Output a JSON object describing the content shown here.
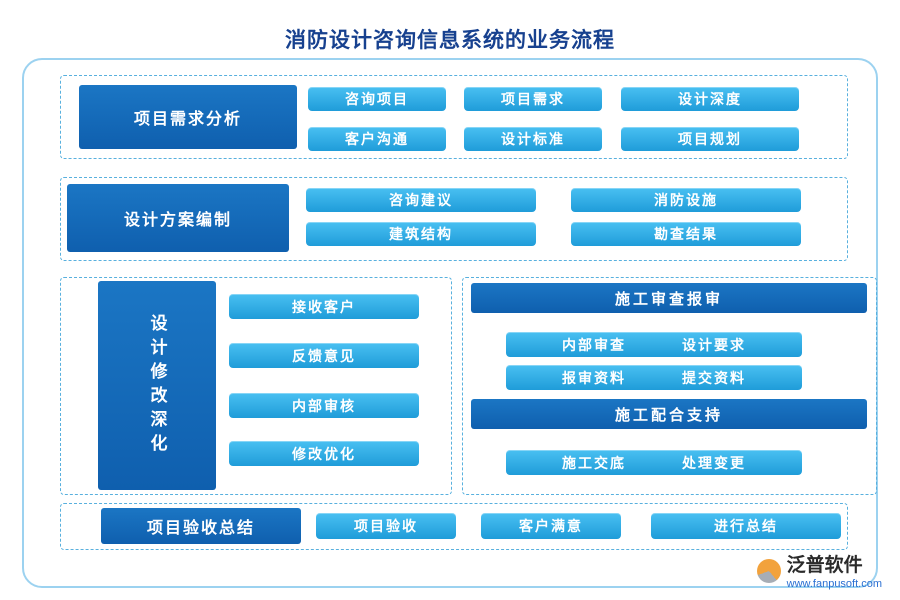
{
  "title": "消防设计咨询信息系统的业务流程",
  "colors": {
    "dark_blue": "#0f5fae",
    "light_blue": "#1f9cd9",
    "border_blue": "#9cd2f0",
    "dashed_blue": "#58b0de",
    "title_blue": "#17418f"
  },
  "sections": {
    "requirements": {
      "label": "项目需求分析",
      "items": [
        "咨询项目",
        "项目需求",
        "设计深度",
        "客户沟通",
        "设计标准",
        "项目规划"
      ]
    },
    "scheme": {
      "label": "设计方案编制",
      "items": [
        "咨询建议",
        "消防设施",
        "建筑结构",
        "勘查结果"
      ]
    },
    "revision": {
      "label": "设计修改深化",
      "items": [
        "接收客户",
        "反馈意见",
        "内部审核",
        "修改优化"
      ]
    },
    "construction": {
      "header_review": "施工审查报审",
      "review_items": [
        "内部审查",
        "设计要求",
        "报审资料",
        "提交资料"
      ],
      "header_support": "施工配合支持",
      "support_items": [
        "施工交底",
        "处理变更"
      ]
    },
    "acceptance": {
      "label": "项目验收总结",
      "items": [
        "项目验收",
        "客户满意",
        "进行总结"
      ]
    }
  },
  "footer": {
    "brand": "泛普软件",
    "url": "www.fanpusoft.com"
  }
}
